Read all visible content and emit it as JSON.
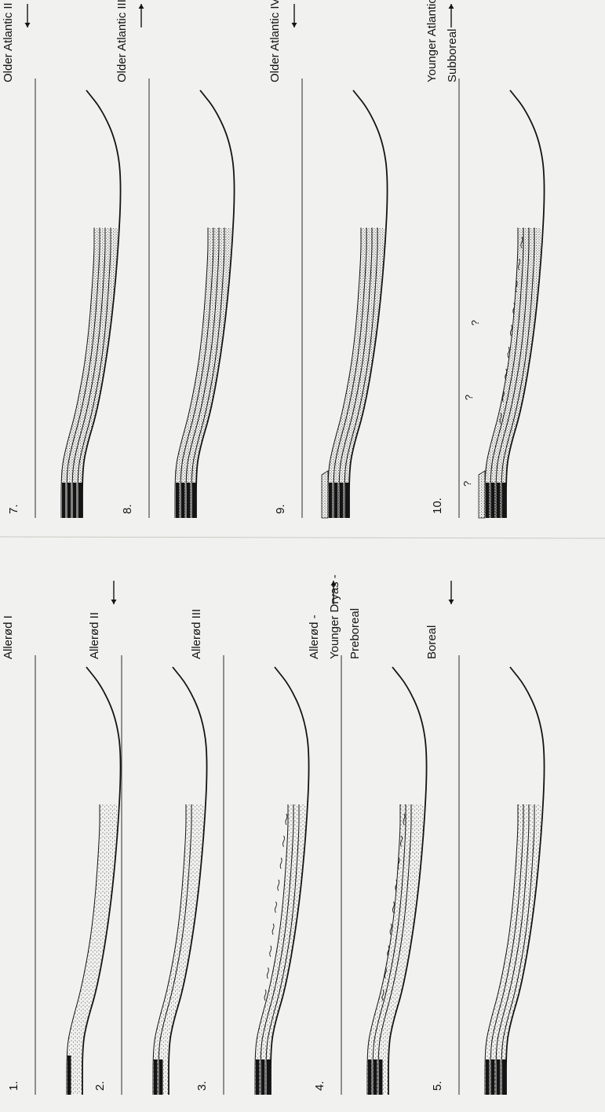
{
  "panels": [
    {
      "number": "1.",
      "label_lines": [
        "Allerød  I"
      ],
      "arrow": "none"
    },
    {
      "number": "2.",
      "label_lines": [
        "Allerød  II"
      ],
      "arrow": "left"
    },
    {
      "number": "3.",
      "label_lines": [
        "Allerød  III"
      ],
      "arrow": "none"
    },
    {
      "number": "4.",
      "label_lines": [
        "Allerød -",
        "Younger Dryas -",
        "Preboreal"
      ],
      "arrow": "right"
    },
    {
      "number": "5.",
      "label_lines": [
        "Boreal"
      ],
      "arrow": "left"
    },
    {
      "number": "7.",
      "label_lines": [
        "Older  Atlantic  II"
      ],
      "arrow": "left"
    },
    {
      "number": "8.",
      "label_lines": [
        "Older  Atlantic  III"
      ],
      "arrow": "right"
    },
    {
      "number": "9.",
      "label_lines": [
        "Older  Atlantic IV"
      ],
      "arrow": "left"
    },
    {
      "number": "10.",
      "label_lines": [
        "Younger Atlantic  —",
        "Subboreal"
      ],
      "arrow": "right"
    }
  ],
  "question_marks": [
    "?",
    "?",
    "?"
  ],
  "colors": {
    "ink": "#141414",
    "paper": "#f1f1ef",
    "fold_line": "#bdbdb9"
  }
}
